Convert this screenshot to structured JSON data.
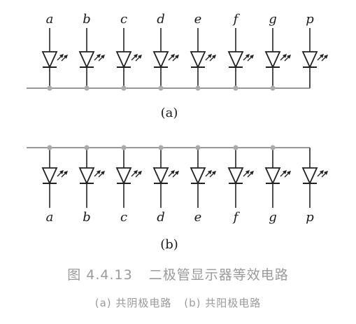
{
  "figure": {
    "panel_a": {
      "tag": "(a)",
      "pins": [
        "a",
        "b",
        "c",
        "d",
        "e",
        "f",
        "g",
        "p"
      ]
    },
    "panel_b": {
      "tag": "(b)",
      "pins": [
        "a",
        "b",
        "c",
        "d",
        "e",
        "f",
        "g",
        "p"
      ]
    },
    "caption": {
      "number": "图 4.4.13",
      "title": "二极管显示器等效电路",
      "sub_a": "(a) 共阴极电路",
      "sub_b": "(b) 共阳极电路"
    }
  }
}
